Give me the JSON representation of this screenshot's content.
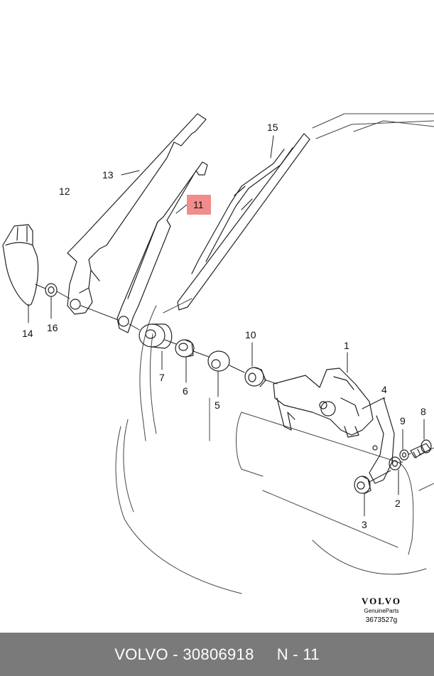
{
  "callouts": {
    "c1": "1",
    "c2": "2",
    "c3": "3",
    "c4": "4",
    "c5": "5",
    "c6": "6",
    "c7": "7",
    "c8": "8",
    "c9": "9",
    "c10": "10",
    "c11": "11",
    "c12": "12",
    "c13": "13",
    "c14": "14",
    "c15": "15",
    "c16": "16"
  },
  "highlight_color": "#f08c8c",
  "brand": {
    "logo": "VOLVO",
    "subtitle": "GenuineParts",
    "reference": "3673527g"
  },
  "footer": {
    "text": "VOLVO - 30806918     N - 11"
  }
}
